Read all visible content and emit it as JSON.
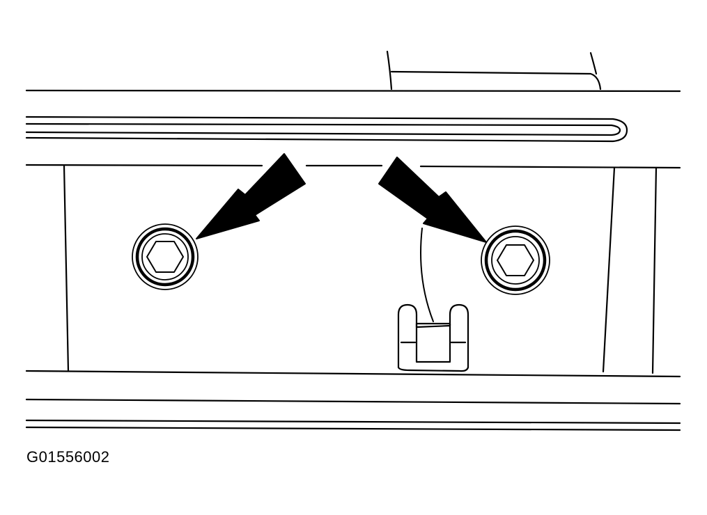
{
  "figure": {
    "id_label": "G01556002"
  },
  "colors": {
    "ink": "#000000",
    "paper": "#ffffff"
  },
  "parts": {
    "fasteners": [
      "hex-bolt",
      "hex-bolt"
    ],
    "indicators": [
      "arrow-left",
      "arrow-right"
    ],
    "clip": "wire-clip"
  }
}
